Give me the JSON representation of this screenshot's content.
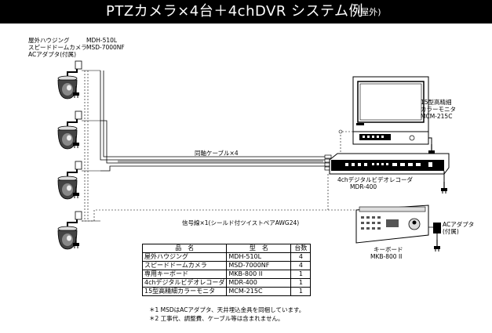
{
  "title": {
    "main": "PTZカメラ×4台＋4chDVR システム例",
    "sub": "(屋外)"
  },
  "camera_block": {
    "labels": [
      "屋外ハウジング",
      "スピードドームカメラ",
      "ACアダプタ(付属)"
    ],
    "models": [
      "MDH-510L",
      "MSD-7000NF"
    ]
  },
  "monitor": {
    "labels": [
      "15型高精細",
      "カラーモニタ",
      "MCM-215C"
    ]
  },
  "dvr": {
    "labels": [
      "4chデジタルビデオレコーダ",
      "MDR-400"
    ]
  },
  "keyboard": {
    "labels": [
      "キーボード",
      "MKB-800 II"
    ]
  },
  "ac_adapter": {
    "labels": [
      "ACアダプタ",
      "(付属)"
    ]
  },
  "cables": {
    "control": "同軸ケーブル×4",
    "signal": "信号線×1(シールド付ツイストペアAWG24)"
  },
  "parts_table": {
    "headers": [
      "品　名",
      "型　名",
      "台数"
    ],
    "rows": [
      {
        "name": "屋外ハウジング",
        "model": "MDH-510L",
        "qty": "4"
      },
      {
        "name": "スピードドームカメラ",
        "model": "MSD-7000NF",
        "qty": "4"
      },
      {
        "name": "専用キーボード",
        "model": "MKB-800 II",
        "qty": "1"
      },
      {
        "name": "4chデジタルビデオレコーダ",
        "model": "MDR-400",
        "qty": "1"
      },
      {
        "name": "15型高精細カラーモニタ",
        "model": "MCM-215C",
        "qty": "1"
      }
    ]
  },
  "notes": [
    "＊1 MSDはACアダプタ、天井埋込金具を同梱しています。",
    "＊2 工事代、調整費、ケーブル等は含まれません。"
  ]
}
